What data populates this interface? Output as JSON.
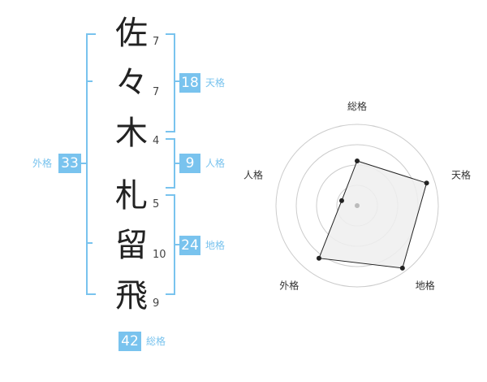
{
  "name": {
    "characters": [
      {
        "char": "佐",
        "strokes": "7"
      },
      {
        "char": "々",
        "strokes": "7"
      },
      {
        "char": "木",
        "strokes": "4"
      },
      {
        "char": "札",
        "strokes": "5"
      },
      {
        "char": "留",
        "strokes": "10"
      },
      {
        "char": "飛",
        "strokes": "9"
      }
    ]
  },
  "fortune": {
    "tenkaku": {
      "value": "18",
      "label": "天格"
    },
    "jinkaku": {
      "value": "9",
      "label": "人格"
    },
    "chikaku": {
      "value": "24",
      "label": "地格"
    },
    "gaikaku": {
      "value": "33",
      "label": "外格"
    },
    "soukaku": {
      "value": "42",
      "label": "総格"
    }
  },
  "chart_data": {
    "type": "radar",
    "axes": [
      "総格",
      "天格",
      "地格",
      "外格",
      "人格"
    ],
    "values": [
      0.55,
      0.9,
      0.95,
      0.8,
      0.2
    ],
    "max": 1,
    "rings": 4,
    "colors": {
      "accent": "#79c3ee",
      "fill": "#eeeeee",
      "ring": "#cccccc",
      "line": "#222222"
    }
  }
}
